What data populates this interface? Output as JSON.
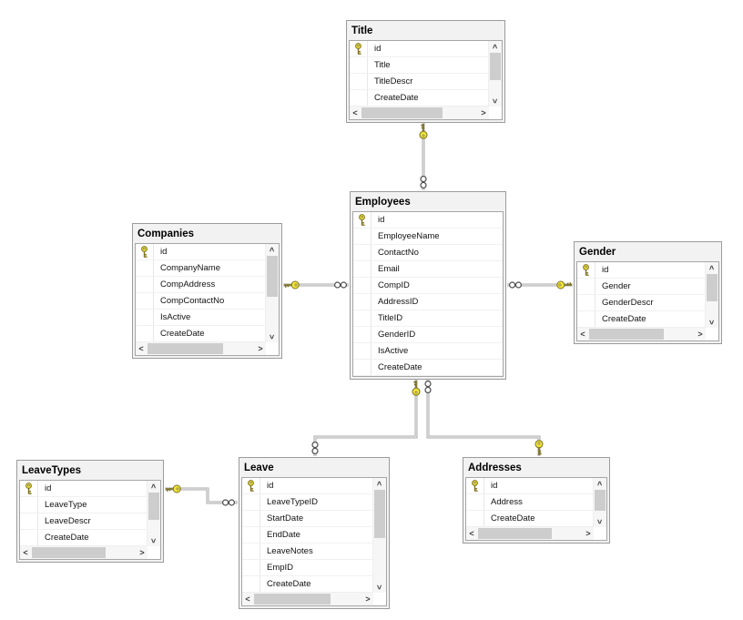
{
  "tables": [
    {
      "name": "Title",
      "columns": [
        {
          "name": "id",
          "is_key": true
        },
        {
          "name": "Title"
        },
        {
          "name": "TitleDescr"
        },
        {
          "name": "CreateDate"
        }
      ]
    },
    {
      "name": "Employees",
      "columns": [
        {
          "name": "id",
          "is_key": true
        },
        {
          "name": "EmployeeName"
        },
        {
          "name": "ContactNo"
        },
        {
          "name": "Email"
        },
        {
          "name": "CompID"
        },
        {
          "name": "AddressID"
        },
        {
          "name": "TitleID"
        },
        {
          "name": "GenderID"
        },
        {
          "name": "IsActive"
        },
        {
          "name": "CreateDate"
        }
      ]
    },
    {
      "name": "Companies",
      "columns": [
        {
          "name": "id",
          "is_key": true
        },
        {
          "name": "CompanyName"
        },
        {
          "name": "CompAddress"
        },
        {
          "name": "CompContactNo"
        },
        {
          "name": "IsActive"
        },
        {
          "name": "CreateDate"
        }
      ]
    },
    {
      "name": "Gender",
      "columns": [
        {
          "name": "id",
          "is_key": true
        },
        {
          "name": "Gender"
        },
        {
          "name": "GenderDescr"
        },
        {
          "name": "CreateDate"
        }
      ]
    },
    {
      "name": "LeaveTypes",
      "columns": [
        {
          "name": "id",
          "is_key": true
        },
        {
          "name": "LeaveType"
        },
        {
          "name": "LeaveDescr"
        },
        {
          "name": "CreateDate"
        }
      ]
    },
    {
      "name": "Leave",
      "columns": [
        {
          "name": "id",
          "is_key": true
        },
        {
          "name": "LeaveTypeID"
        },
        {
          "name": "StartDate"
        },
        {
          "name": "EndDate"
        },
        {
          "name": "LeaveNotes"
        },
        {
          "name": "EmpID"
        },
        {
          "name": "CreateDate"
        }
      ]
    },
    {
      "name": "Addresses",
      "columns": [
        {
          "name": "id",
          "is_key": true
        },
        {
          "name": "Address"
        },
        {
          "name": "CreateDate"
        }
      ]
    }
  ],
  "relationships": [
    {
      "from": "Title",
      "to": "Employees",
      "from_cardinality": "one",
      "to_cardinality": "many"
    },
    {
      "from": "Companies",
      "to": "Employees",
      "from_cardinality": "one",
      "to_cardinality": "many"
    },
    {
      "from": "Employees",
      "to": "Gender",
      "from_cardinality": "many",
      "to_cardinality": "one"
    },
    {
      "from": "Employees",
      "to": "Leave",
      "from_cardinality": "one",
      "to_cardinality": "many"
    },
    {
      "from": "Employees",
      "to": "Addresses",
      "from_cardinality": "many",
      "to_cardinality": "one"
    },
    {
      "from": "LeaveTypes",
      "to": "Leave",
      "from_cardinality": "one",
      "to_cardinality": "many"
    }
  ],
  "icons": {
    "primary_key": "key-icon",
    "one_end": "key-icon",
    "many_end": "infinity-icon",
    "scroll_left": "<",
    "scroll_right": ">",
    "scroll_up": "<",
    "scroll_down": ">"
  },
  "colors": {
    "key_yellow": "#f2e63c",
    "connector": "#a8a8a8",
    "table_border": "#9b9b9b",
    "scrollbar_thumb": "#cdcdcd",
    "background": "#ffffff"
  }
}
